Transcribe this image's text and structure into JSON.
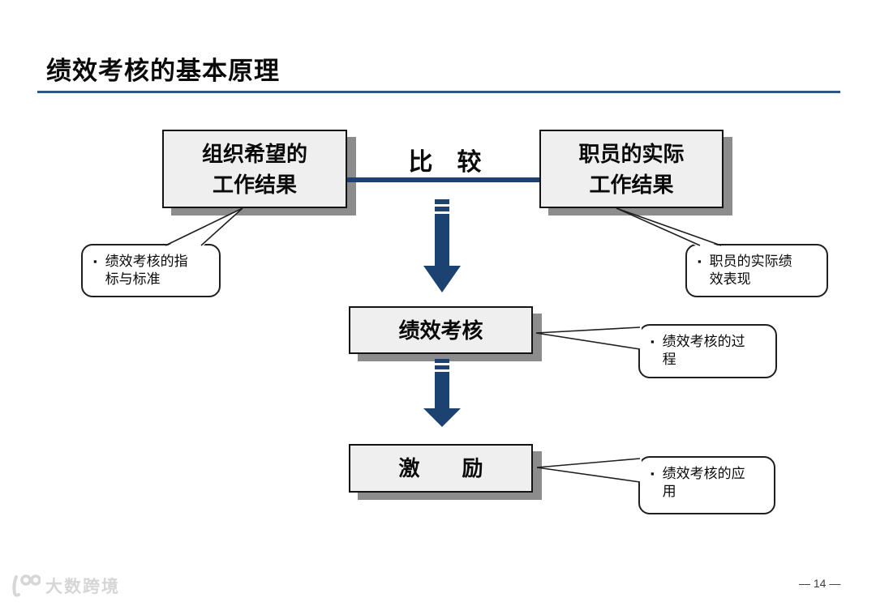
{
  "slide": {
    "title": "绩效考核的基本原理",
    "page_number": "— 14 —",
    "watermark_text": "大数跨境"
  },
  "colors": {
    "accent_navy": "#1b4270",
    "title_rule_blue": "#2a5788",
    "box_fill": "#efefef",
    "box_shadow_gray": "#8c8c8c",
    "callout_border": "#1f1f1f"
  },
  "diagram": {
    "compare_label": "比　较",
    "boxes": {
      "expected": {
        "line1": "组织希望的",
        "line2": "工作结果"
      },
      "actual": {
        "line1": "职员的实际",
        "line2": "工作结果"
      },
      "appraisal": {
        "label": "绩效考核"
      },
      "motivation": {
        "label": "激　　励"
      }
    },
    "callouts": {
      "left": {
        "bullet": "▪",
        "line1": "绩效考核的指",
        "line2": "标与标准"
      },
      "right": {
        "bullet": "▪",
        "line1": "职员的实际绩",
        "line2": "效表现"
      },
      "process": {
        "bullet": "▪",
        "line1": "绩效考核的过",
        "line2": "程"
      },
      "application": {
        "bullet": "▪",
        "line1": "绩效考核的应",
        "line2": "用"
      }
    }
  }
}
